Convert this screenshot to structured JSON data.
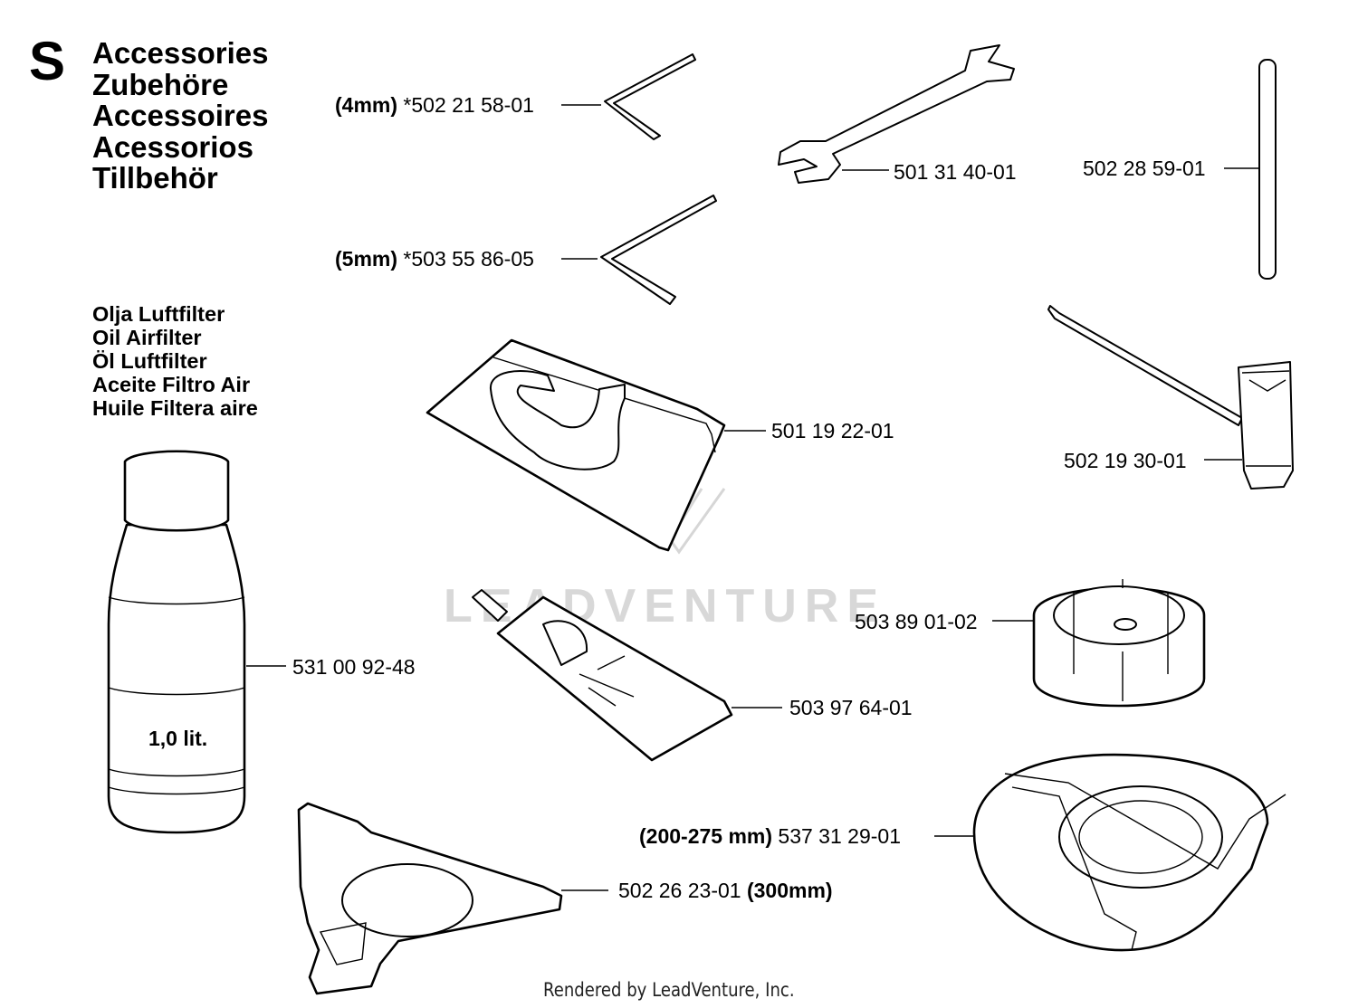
{
  "section": {
    "letter": "S"
  },
  "titles": [
    "Accessories",
    "Zubehöre",
    "Accessoires",
    "Acessorios",
    "Tillbehör"
  ],
  "oil_titles": [
    "Olja Luftfilter",
    "Oil Airfilter",
    "Öl Luftfilter",
    "Aceite Filtro Air",
    "Huile Filtera aire"
  ],
  "parts": {
    "hex_key_4mm": {
      "prefix": "(4mm)",
      "number": "*502 21 58-01"
    },
    "hex_key_5mm": {
      "prefix": "(5mm)",
      "number": "*503 55 86-05"
    },
    "wrench": {
      "number": "501 31 40-01"
    },
    "pin": {
      "number": "502 28 59-01"
    },
    "air_filter_bag": {
      "number": "501 19 22-01"
    },
    "socket_wrench": {
      "number": "502 19 30-01"
    },
    "oil_bottle": {
      "number": "531 00 92-48"
    },
    "grease_tube": {
      "number": "503 97 64-01"
    },
    "support_cup": {
      "number": "503 89 01-02"
    },
    "guard": {
      "number": "502 26 23-01",
      "suffix": "(300mm)"
    },
    "harness_plate": {
      "prefix": "(200-275 mm)",
      "number": "537 31 29-01"
    }
  },
  "bottle_label": "1,0 lit.",
  "watermark": "LEADVENTURE",
  "footer": "Rendered by LeadVenture, Inc."
}
